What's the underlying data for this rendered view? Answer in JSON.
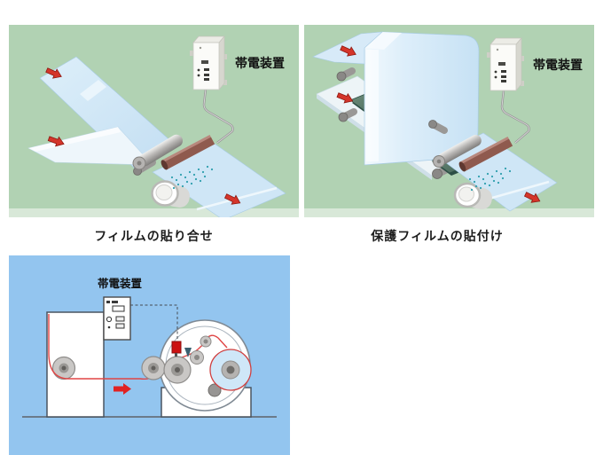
{
  "page": {
    "background": "#ffffff"
  },
  "panels": {
    "film_lamination": {
      "caption": "フィルムの貼り合せ",
      "device_label": "帯電装置",
      "background": "#b1d2b3"
    },
    "protective_film": {
      "caption": "保護フィルムの貼付け",
      "device_label": "帯電装置",
      "background": "#b1d2b3"
    },
    "roll_machine": {
      "device_label": "帯電装置",
      "background": "#93c5ef"
    }
  },
  "colors": {
    "panel_green": "#b1d2b3",
    "panel_blue": "#93c5ef",
    "film_blue": "#cfe6f6",
    "charging_bar_brown": "#8f5a4e",
    "spark_teal": "#2f9fae",
    "arrow_red": "#d4352a",
    "film_path_red": "#e04545",
    "sheet_green": "#4f7264"
  }
}
